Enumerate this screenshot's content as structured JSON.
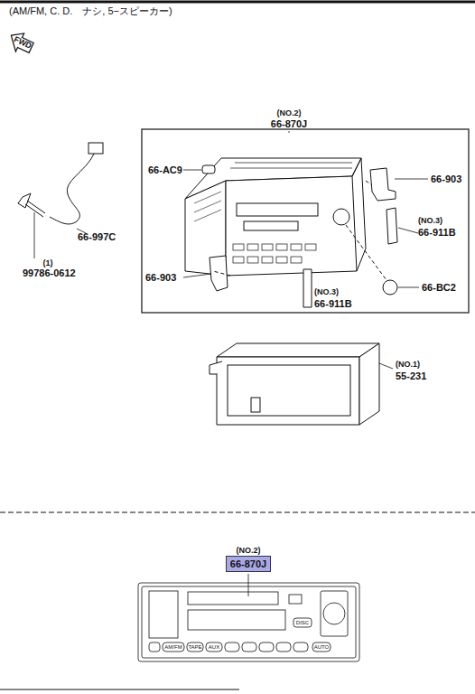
{
  "diagram": {
    "title": "(AM/FM, C. D.　ナシ, 5−スピーカー)",
    "nodes": [
      {
        "text": [
          "66-870J"
        ]
      }
    ],
    "labels": [
      "FWD",
      "(NO.2)",
      "66-870J",
      "66-AC9",
      "66-903",
      "(NO.3)",
      "66-911B",
      "66-BC2",
      "66-903",
      "(NO.3)",
      "66-911B",
      "66-997C",
      "(1)",
      "99786-0612",
      "(NO.1)",
      "55-231",
      "(NO.2)",
      "AM/FM",
      "TAPE",
      "AUX",
      "DISC",
      "AUTO"
    ]
  }
}
